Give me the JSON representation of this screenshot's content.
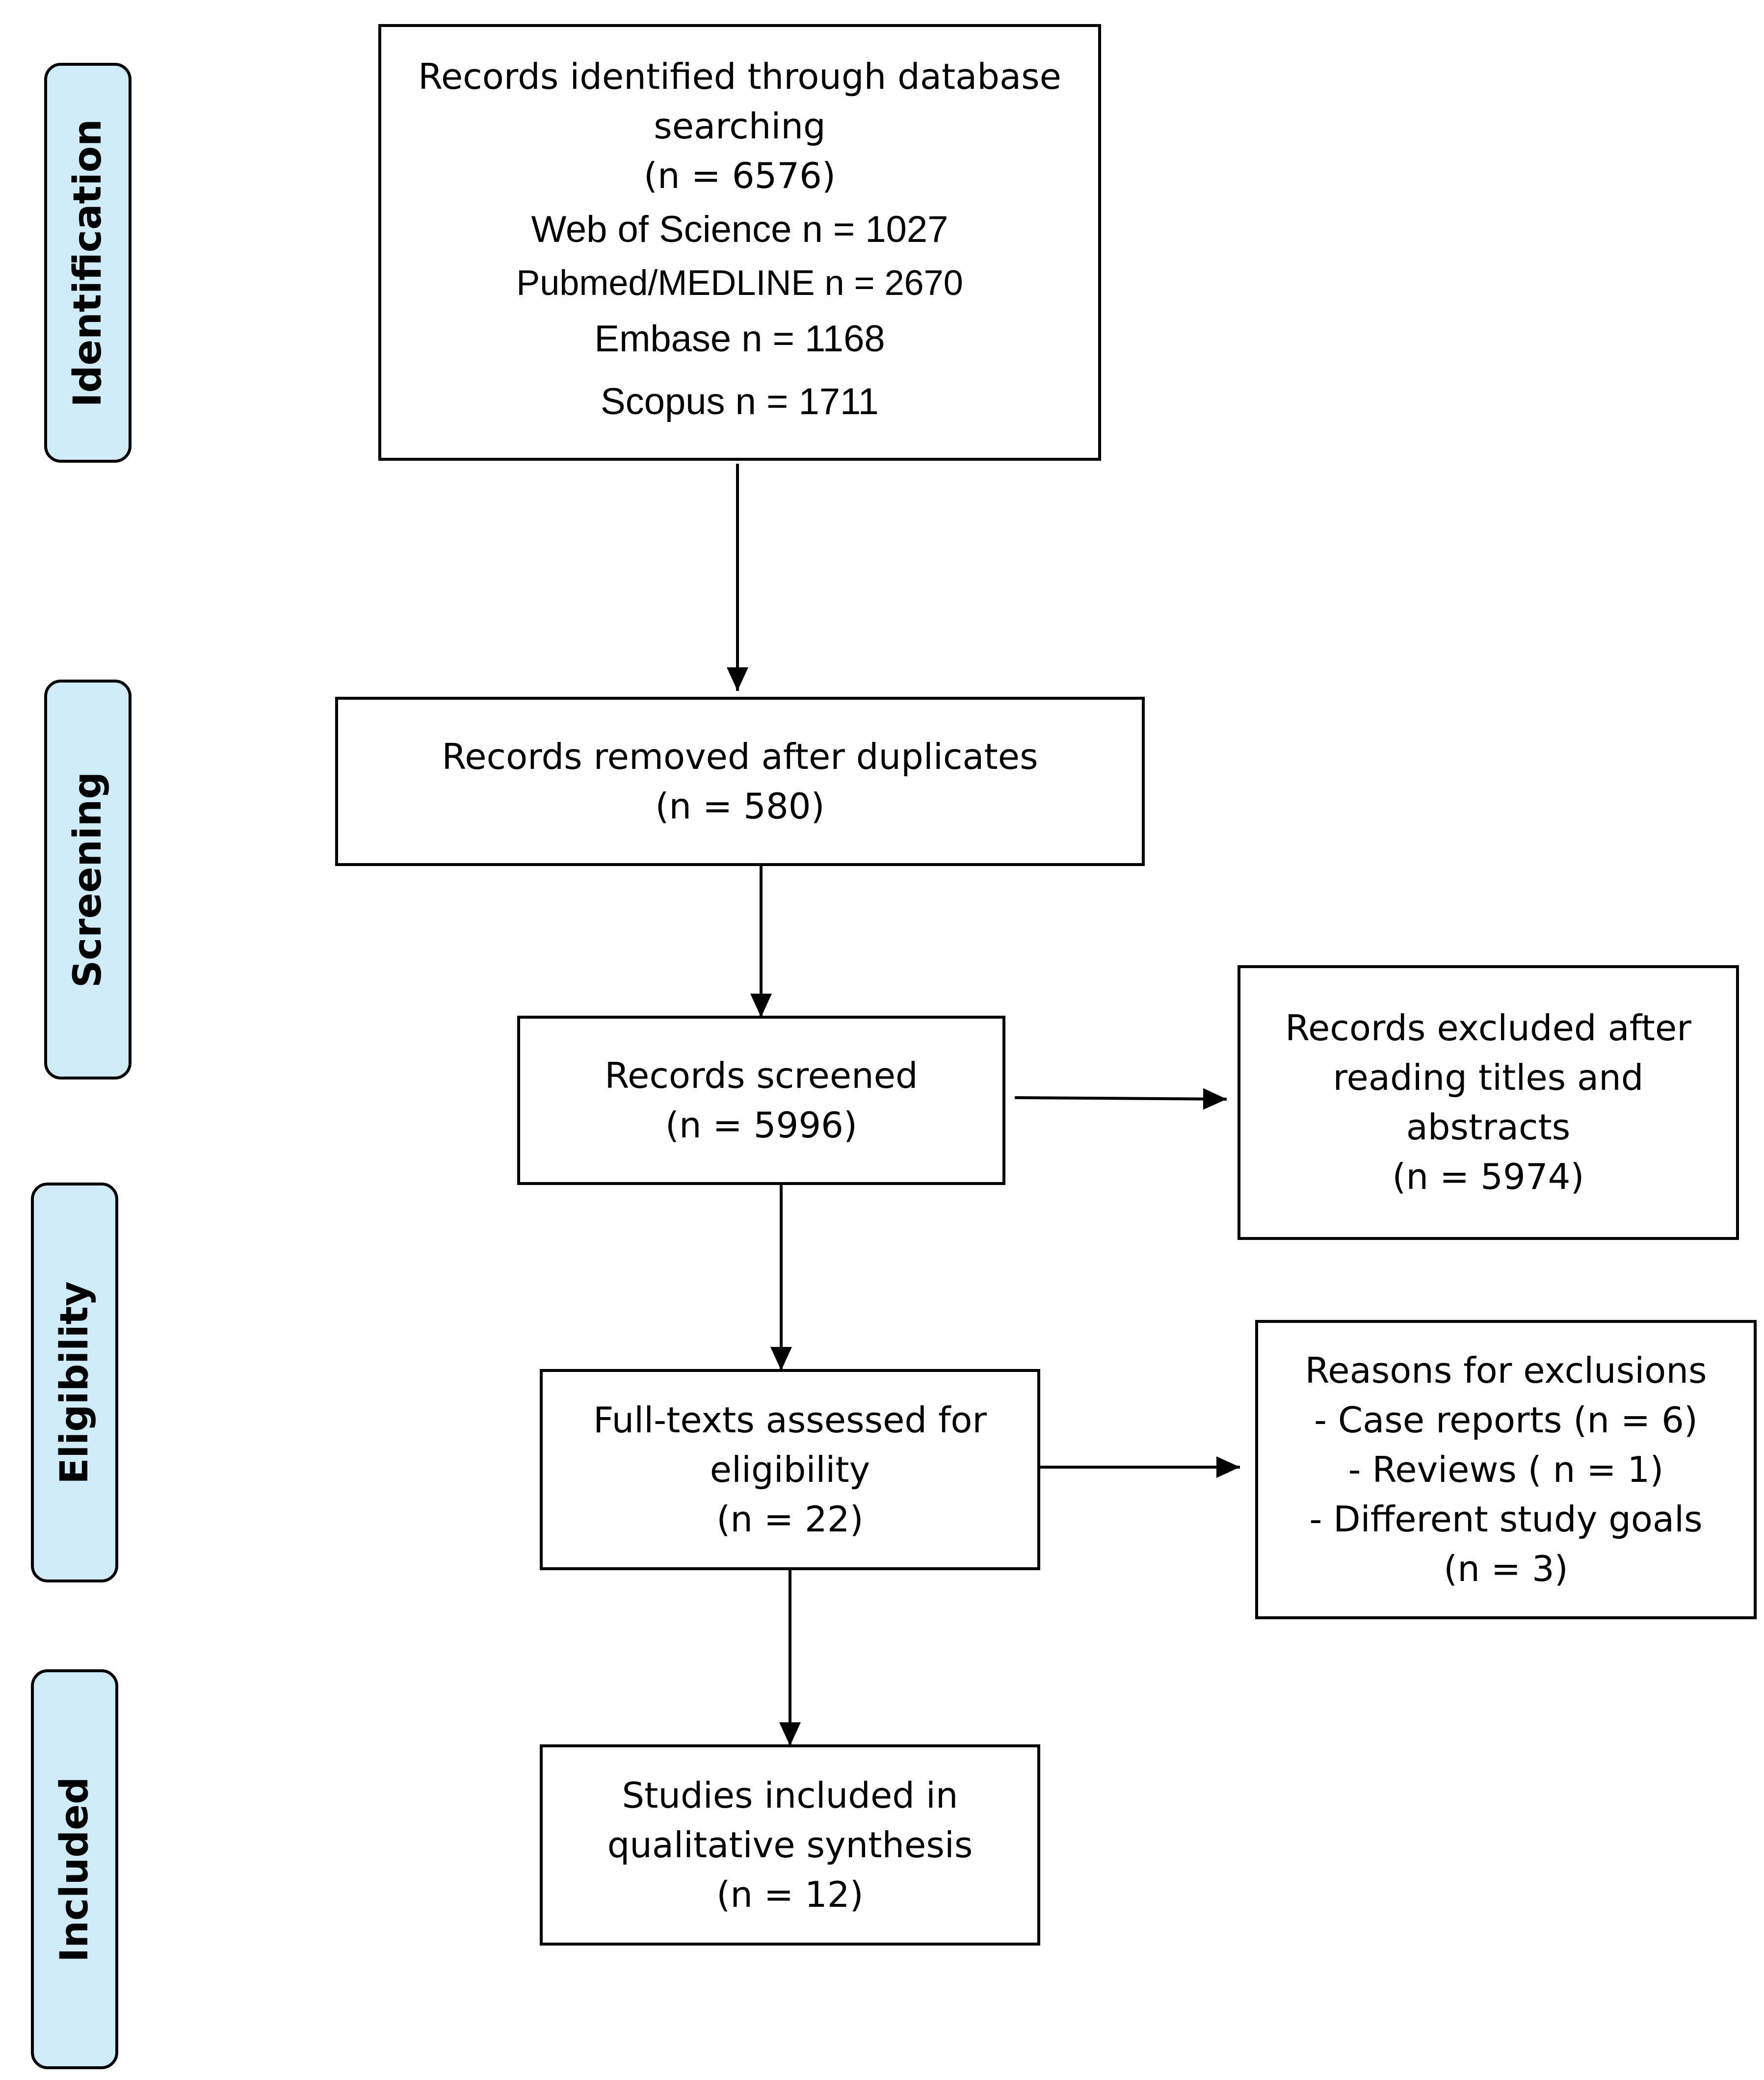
{
  "stages": {
    "identification": "Identification",
    "screening": "Screening",
    "eligibility": "Eligibility",
    "included": "Included"
  },
  "boxes": {
    "identified": {
      "line1": "Records identified through database",
      "line2": "searching",
      "line3": "(n = 6576)",
      "line4": "Web of Science n = 1027",
      "line5": "Pubmed/MEDLINE n = 2670",
      "line6": "Embase n = 1168",
      "line7": "Scopus n = 1711"
    },
    "duplicates": {
      "line1": "Records removed after duplicates",
      "line2": "(n = 580)"
    },
    "screened": {
      "line1": "Records screened",
      "line2": "(n = 5996)"
    },
    "excluded": {
      "line1": "Records excluded after",
      "line2": "reading titles and",
      "line3": "abstracts",
      "line4": "(n = 5974)"
    },
    "fulltext": {
      "line1": "Full-texts assessed for",
      "line2": "eligibility",
      "line3": "(n = 22)"
    },
    "reasons": {
      "line1": "Reasons for exclusions",
      "line2": "- Case reports (n = 6)",
      "line3": "- Reviews ( n = 1)",
      "line4": "- Different study goals",
      "line5": "(n = 3)"
    },
    "included": {
      "line1": "Studies included in",
      "line2": "qualitative synthesis",
      "line3": "(n = 12)"
    }
  }
}
